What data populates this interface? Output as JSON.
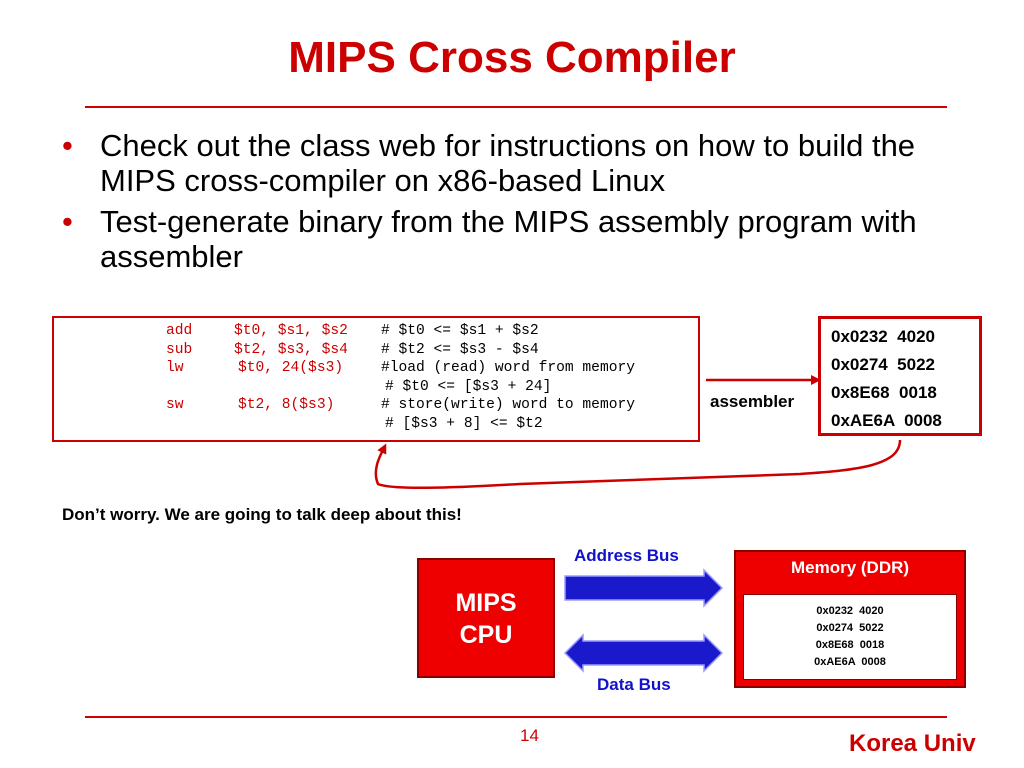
{
  "slide": {
    "title": "MIPS Cross Compiler",
    "bullets": [
      "Check out the class web for instructions on how to build the MIPS cross-compiler on x86-based Linux",
      "Test-generate binary from the MIPS assembly program with assembler"
    ],
    "bullet_symbol": "•",
    "page_number": "14",
    "brand": "Korea Univ"
  },
  "code": {
    "rows": [
      {
        "op": "add",
        "args": "$t0, $s1, $s2",
        "comment": "# $t0 <= $s1 + $s2"
      },
      {
        "op": "sub",
        "args": "$t2, $s3, $s4",
        "comment": "# $t2 <= $s3 - $s4"
      },
      {
        "op": "lw",
        "args": "$t0, 24($s3)",
        "comment": "#load (read) word from memory"
      },
      {
        "op": "",
        "args": "",
        "comment": "# $t0 <= [$s3 + 24]"
      },
      {
        "op": "sw",
        "args": "$t2, 8($s3)",
        "comment": "# store(write) word to memory"
      },
      {
        "op": "",
        "args": "",
        "comment": "# [$s3 + 8] <= $t2"
      }
    ]
  },
  "binary": [
    "0x0232  4020",
    "0x0274  5022",
    "0x8E68  0018",
    "0xAE6A  0008"
  ],
  "assembler_label": "assembler",
  "note": "Don’t worry. We are going to talk deep about this!",
  "diagram": {
    "cpu_lines": [
      "MIPS",
      "CPU"
    ],
    "address_bus": "Address Bus",
    "data_bus": "Data Bus",
    "memory_title": "Memory (DDR)",
    "memory_values": [
      "0x0232  4020",
      "0x0274  5022",
      "0x8E68  0018",
      "0xAE6A  0008"
    ]
  },
  "colors": {
    "accent": "#cc0000",
    "bus_arrow": "#1a1acc",
    "bus_label": "#1212cc",
    "box_fill": "#ee0000"
  }
}
